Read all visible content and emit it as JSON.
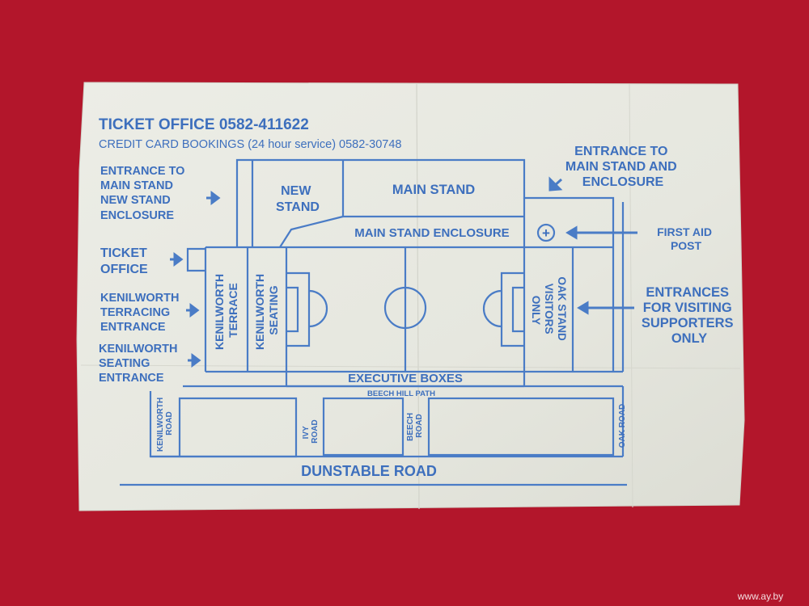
{
  "colors": {
    "ink": "#3d6fbd",
    "paper": "#e9eae3",
    "background": "#b3162b"
  },
  "header": {
    "ticket_office": "TICKET OFFICE 0582-411622",
    "credit_card": "CREDIT CARD BOOKINGS (24 hour service) 0582-30748"
  },
  "stands": {
    "new_stand": [
      "NEW",
      "STAND"
    ],
    "main_stand": "MAIN STAND",
    "main_stand_enclosure": "MAIN STAND ENCLOSURE",
    "kenilworth_terrace": [
      "KENILWORTH",
      "TERRACE"
    ],
    "kenilworth_seating": [
      "KENILWORTH",
      "SEATING"
    ],
    "oak_stand": [
      "OAK STAND",
      "VISITORS",
      "ONLY"
    ],
    "executive_boxes": "EXECUTIVE BOXES",
    "first_aid_symbol": "+"
  },
  "left_labels": {
    "entrance_new_stand": [
      "ENTRANCE TO",
      "MAIN STAND",
      "NEW STAND",
      "ENCLOSURE"
    ],
    "ticket_office": [
      "TICKET",
      "OFFICE"
    ],
    "terracing_entrance": [
      "KENILWORTH",
      "TERRACING",
      "ENTRANCE"
    ],
    "seating_entrance": [
      "KENILWORTH",
      "SEATING",
      "ENTRANCE"
    ]
  },
  "right_labels": {
    "entrance_main_stand": [
      "ENTRANCE TO",
      "MAIN STAND AND",
      "ENCLOSURE"
    ],
    "first_aid": [
      "FIRST AID",
      "POST"
    ],
    "visiting_entrances": [
      "ENTRANCES",
      "FOR VISITING",
      "SUPPORTERS",
      "ONLY"
    ]
  },
  "roads": {
    "beech_hill_path": "BEECH HILL PATH",
    "kenilworth_road": [
      "KENILWORTH",
      "ROAD"
    ],
    "ivy_road": [
      "IVY",
      "ROAD"
    ],
    "beech_road": [
      "BEECH",
      "ROAD"
    ],
    "oak_road": "OAK ROAD",
    "dunstable_road": "DUNSTABLE ROAD"
  },
  "watermark": "www.ay.by"
}
